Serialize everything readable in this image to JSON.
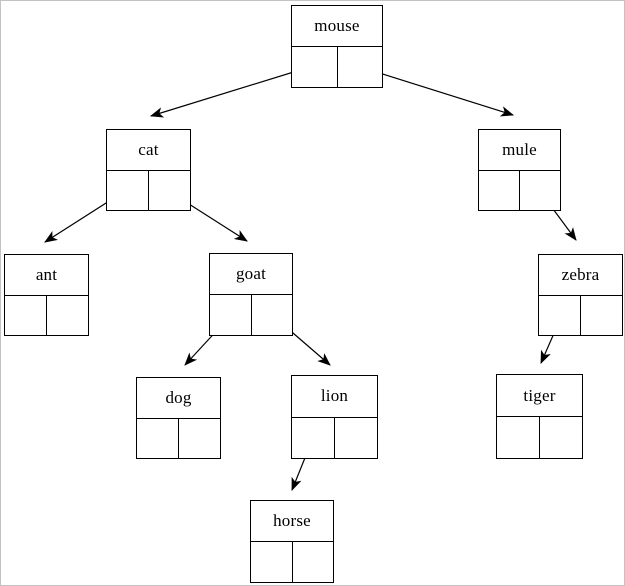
{
  "diagram": {
    "type": "binary-tree",
    "nodes": [
      {
        "id": "mouse",
        "label": "mouse"
      },
      {
        "id": "cat",
        "label": "cat"
      },
      {
        "id": "mule",
        "label": "mule"
      },
      {
        "id": "ant",
        "label": "ant"
      },
      {
        "id": "goat",
        "label": "goat"
      },
      {
        "id": "zebra",
        "label": "zebra"
      },
      {
        "id": "dog",
        "label": "dog"
      },
      {
        "id": "lion",
        "label": "lion"
      },
      {
        "id": "tiger",
        "label": "tiger"
      },
      {
        "id": "horse",
        "label": "horse"
      }
    ],
    "edges": [
      {
        "from": "mouse",
        "pointer": "left",
        "to": "cat"
      },
      {
        "from": "mouse",
        "pointer": "right",
        "to": "mule"
      },
      {
        "from": "cat",
        "pointer": "left",
        "to": "ant"
      },
      {
        "from": "cat",
        "pointer": "right",
        "to": "goat"
      },
      {
        "from": "mule",
        "pointer": "right",
        "to": "zebra"
      },
      {
        "from": "goat",
        "pointer": "left",
        "to": "dog"
      },
      {
        "from": "goat",
        "pointer": "right",
        "to": "lion"
      },
      {
        "from": "zebra",
        "pointer": "left",
        "to": "tiger"
      },
      {
        "from": "lion",
        "pointer": "left",
        "to": "horse"
      }
    ],
    "colors": {
      "line": "#000000",
      "background": "#ffffff",
      "border": "#c3c3c3"
    }
  }
}
